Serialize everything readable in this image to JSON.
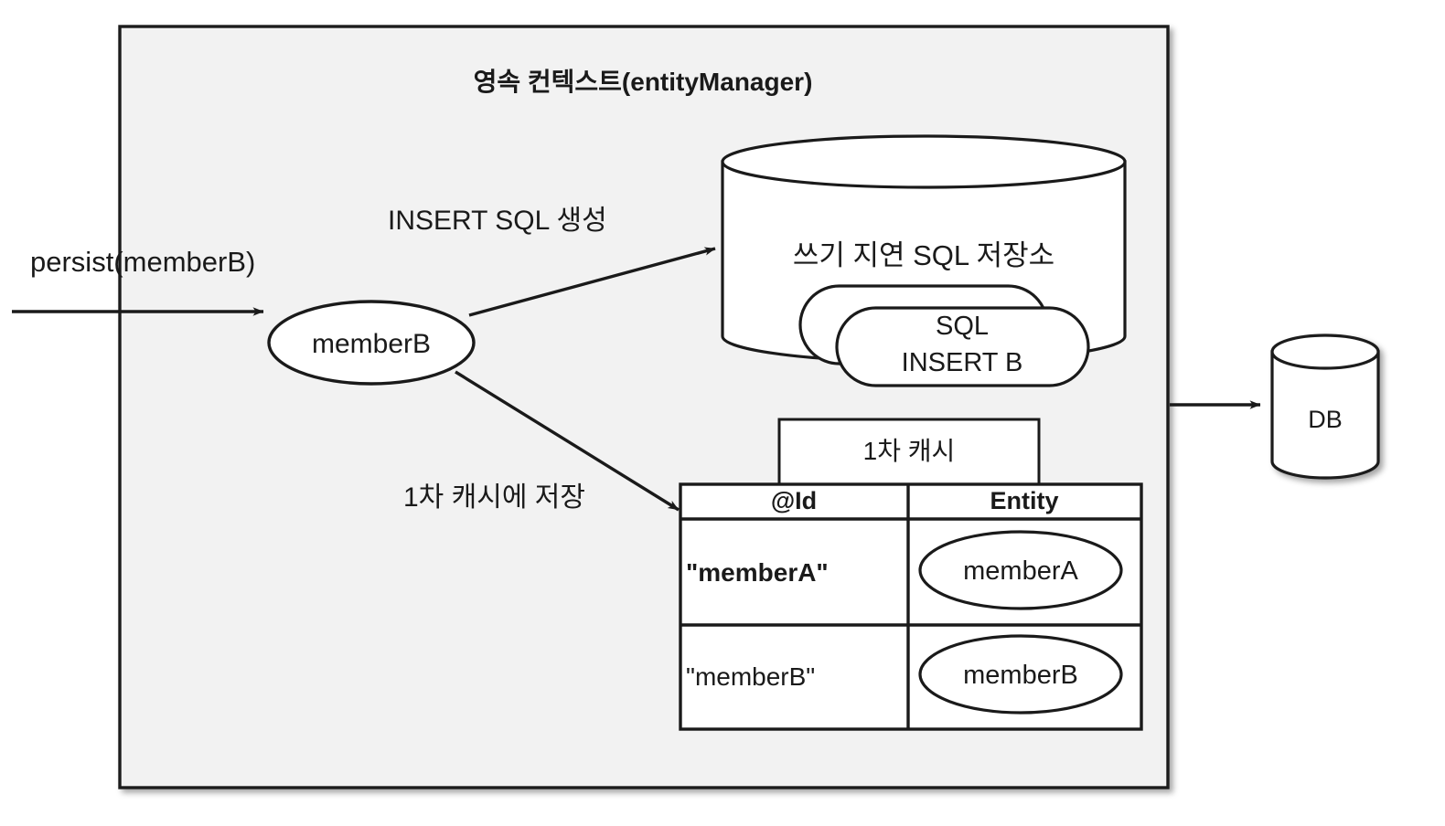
{
  "diagram": {
    "title": "영속 컨텍스트(entityManager)",
    "container": {
      "name": "persistence-context-box",
      "fill": "#f2f2f2",
      "stroke": "#1a1a1a"
    },
    "external_call": {
      "label": "persist(memberB)",
      "arrow_name": "persist-arrow"
    },
    "entity_node": {
      "label": "memberB"
    },
    "edges": [
      {
        "label": "INSERT SQL 생성",
        "name": "insert-sql-edge"
      },
      {
        "label": "1차 캐시에 저장",
        "name": "first-level-cache-edge"
      },
      {
        "label": "",
        "name": "flush-to-db-edge"
      }
    ],
    "sql_store": {
      "title": "쓰기 지연 SQL 저장소",
      "cards": [
        {
          "lines": [
            ""
          ]
        },
        {
          "lines": [
            "SQL",
            "INSERT B"
          ]
        }
      ]
    },
    "first_level_cache": {
      "title": "1차 캐시",
      "columns": [
        "@Id",
        "Entity"
      ],
      "rows": [
        {
          "id": "\"memberA\"",
          "id_bold": true,
          "entity": "memberA"
        },
        {
          "id": "\"memberB\"",
          "id_bold": false,
          "entity": "memberB"
        }
      ]
    },
    "database": {
      "label": "DB"
    }
  }
}
